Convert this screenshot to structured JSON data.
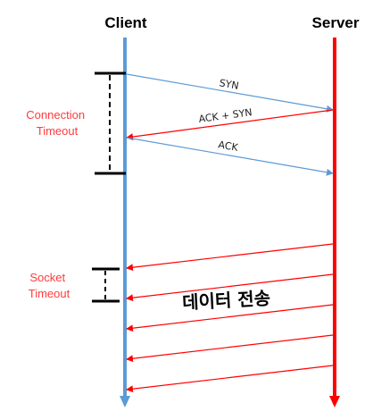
{
  "participants": {
    "client": "Client",
    "server": "Server"
  },
  "messages": [
    {
      "label": "SYN",
      "direction": "client-to-server",
      "color": "#5b9bd5"
    },
    {
      "label": "ACK + SYN",
      "direction": "server-to-client",
      "color": "#ff0000"
    },
    {
      "label": "ACK",
      "direction": "client-to-server",
      "color": "#5b9bd5"
    }
  ],
  "data_transfer": {
    "label": "데이터 전송",
    "direction": "server-to-client",
    "arrow_count": 5,
    "color": "#ff0000"
  },
  "timeouts": {
    "connection": {
      "line1": "Connection",
      "line2": "Timeout"
    },
    "socket": {
      "line1": "Socket",
      "line2": "Timeout"
    }
  },
  "colors": {
    "client_line": "#5b9bd5",
    "server_line": "#ff0000",
    "timeout_text": "#ff3b3b",
    "bracket": "#000000"
  }
}
